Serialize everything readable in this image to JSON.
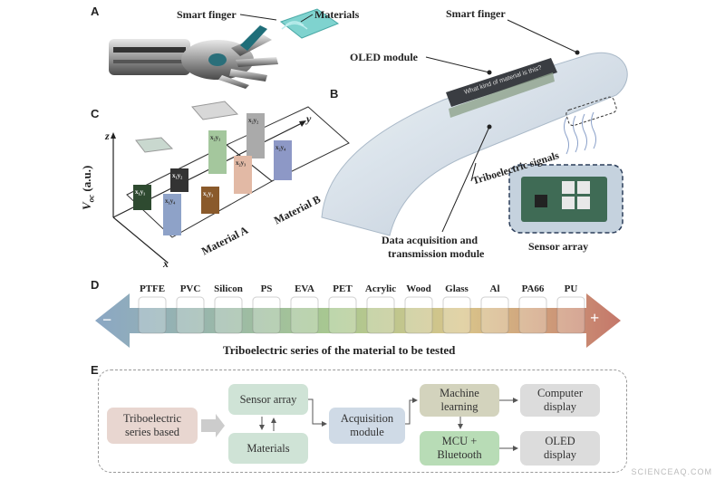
{
  "panels": {
    "a": "A",
    "b": "B",
    "c": "C",
    "d": "D",
    "e": "E"
  },
  "panel_a": {
    "smart_finger": "Smart finger",
    "materials": "Materials"
  },
  "panel_b": {
    "smart_finger": "Smart finger",
    "oled_module": "OLED module",
    "screen_text": "What kind of material is this?",
    "triboelectric_signals": "Triboelectric signals",
    "daq_line1": "Data acquisition and",
    "daq_line2": "transmission module",
    "sensor_array": "Sensor array"
  },
  "panel_c": {
    "z_axis": "z",
    "y_axis": "y",
    "x_axis": "x",
    "voc_label": "V",
    "voc_sub": "oc",
    "voc_unit": " (a.u.)",
    "material_a": "Material A",
    "material_b": "Material B",
    "bar_labels": [
      "x₁y₁",
      "x₁y₂",
      "x₁y₃",
      "x₁y₄",
      "x₂y₁",
      "x₂y₂",
      "x₂y₃",
      "x₂y₄"
    ]
  },
  "panel_d": {
    "materials": [
      "PTFE",
      "PVC",
      "Silicon",
      "PS",
      "EVA",
      "PET",
      "Acrylic",
      "Wood",
      "Glass",
      "Al",
      "PA66",
      "PU"
    ],
    "minus": "−",
    "plus": "+",
    "caption": "Triboelectric series of the material to be tested"
  },
  "panel_e": {
    "tribo_line1": "Triboelectric",
    "tribo_line2": "series based",
    "sensor_array": "Sensor array",
    "materials": "Materials",
    "acq_line1": "Acquisition",
    "acq_line2": "module",
    "ml_line1": "Machine",
    "ml_line2": "learning",
    "mcu_line1": "MCU +",
    "mcu_line2": "Bluetooth",
    "comp_line1": "Computer",
    "comp_line2": "display",
    "oled_line1": "OLED",
    "oled_line2": "display"
  },
  "colors": {
    "arrow_left": "#8ba7c4",
    "arrow_mid": "#9ec48a",
    "arrow_right": "#c4776a",
    "tribo_box": "#e8d6d0",
    "sensor_box": "#cfe3d6",
    "materials_box": "#cfe3d6",
    "acq_box": "#cfdae6",
    "ml_box": "#d3d3bd",
    "mcu_box": "#b8dcb6",
    "display_box": "#dcdcdc"
  },
  "watermark": "SCIENCEAQ.COM"
}
